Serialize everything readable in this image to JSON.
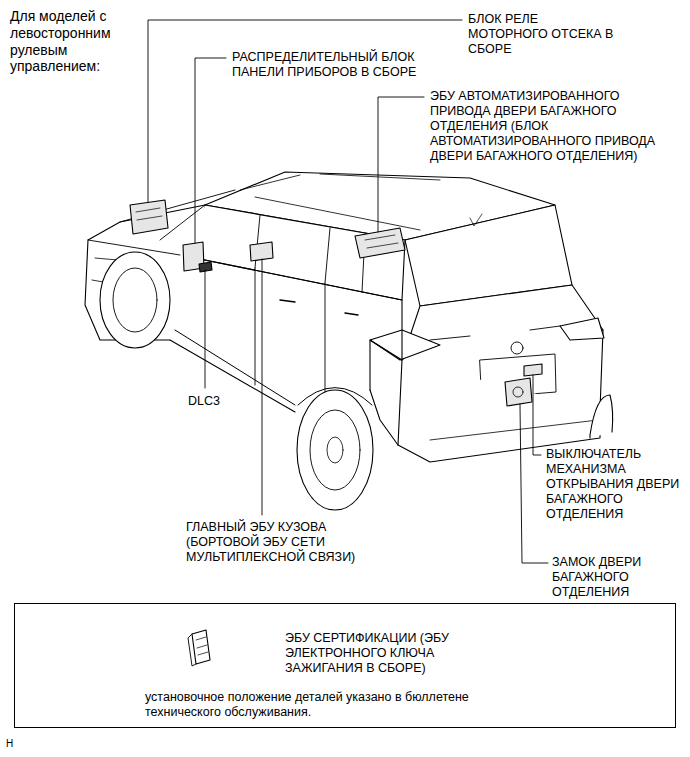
{
  "diagram": {
    "nodes": [
      {
        "text": [
          "ЭБУ СЕРТИФИКАЦИИ (ЭБУ ЭЛЕКТРОННОГО КЛЮЧА ЗАЖИГАНИЯ В СБОРЕ)",
          "установочное положение деталей указано в бюллетене технического обслуживания."
        ]
      }
    ],
    "labels": [
      "Для моделей с левосторонним рулевым управлением:",
      "БЛОК РЕЛЕ МОТОРНОГО ОТСЕКА В СБОРЕ",
      "РАСПРЕДЕЛИТЕЛЬНЫЙ БЛОК ПАНЕЛИ ПРИБОРОВ В СБОРЕ",
      "ЭБУ АВТОМАТИЗИРОВАННОГО ПРИВОДА ДВЕРИ БАГАЖНОГО ОТДЕЛЕНИЯ (БЛОК АВТОМАТИЗИРОВАННОГО ПРИВОДА ДВЕРИ БАГАЖНОГО ОТДЕЛЕНИЯ)",
      "DLC3",
      "ВЫКЛЮЧАТЕЛЬ МЕХАНИЗМА ОТКРЫВАНИЯ ДВЕРИ БАГАЖНОГО ОТДЕЛЕНИЯ",
      "ГЛАВНЫЙ ЭБУ КУЗОВА (БОРТОВОЙ ЭБУ СЕТИ МУЛЬТИПЛЕКСНОЙ СВЯЗИ)",
      "ЗАМОК ДВЕРИ БАГАЖНОГО ОТДЕЛЕНИЯ",
      "H"
    ]
  }
}
